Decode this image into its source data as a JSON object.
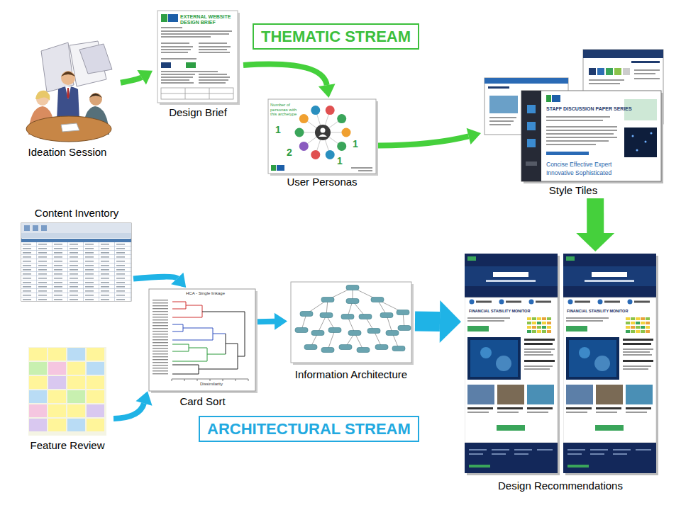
{
  "diagram": {
    "nodes": [
      {
        "text": [
          "Ideation Session"
        ]
      },
      {
        "text": [
          "Design Brief"
        ]
      },
      {
        "text": [
          "THEMATIC STREAM"
        ]
      },
      {
        "text": [
          "User Personas"
        ]
      },
      {
        "text": [
          "Style Tiles"
        ]
      },
      {
        "text": [
          "Content Inventory"
        ]
      },
      {
        "text": [
          "Card Sort"
        ]
      },
      {
        "text": [
          "Information Architecture"
        ]
      },
      {
        "text": [
          "Design Recommendations"
        ]
      },
      {
        "text": [
          "Feature Review"
        ]
      },
      {
        "text": [
          "ARCHITECTURAL STREAM"
        ]
      }
    ],
    "edges": [
      {
        "from": 0,
        "to": 1,
        "arrow": "to"
      },
      {
        "from": 1,
        "to": 3,
        "arrow": "to"
      },
      {
        "from": 3,
        "to": 4,
        "arrow": "to"
      },
      {
        "from": 4,
        "to": 8,
        "arrow": "to"
      },
      {
        "from": 5,
        "to": 6,
        "arrow": "to"
      },
      {
        "from": 9,
        "to": 6,
        "arrow": "to"
      },
      {
        "from": 6,
        "to": 7,
        "arrow": "to"
      },
      {
        "from": 7,
        "to": 8,
        "arrow": "to"
      }
    ],
    "labels": [
      "EXTERNAL WEBSITE DESIGN BRIEF",
      "Number of personas with this archetype",
      "1",
      "1",
      "2",
      "1",
      "STAFF DISCUSSION PAPER SERIES",
      "Concise Effective Expert",
      "Innovative Sophisticated",
      "HCA - Single linkage",
      "Dissimilarity",
      "FINANCIAL STABILITY MONITOR",
      "FINANCIAL STABILITY MONITOR"
    ]
  }
}
